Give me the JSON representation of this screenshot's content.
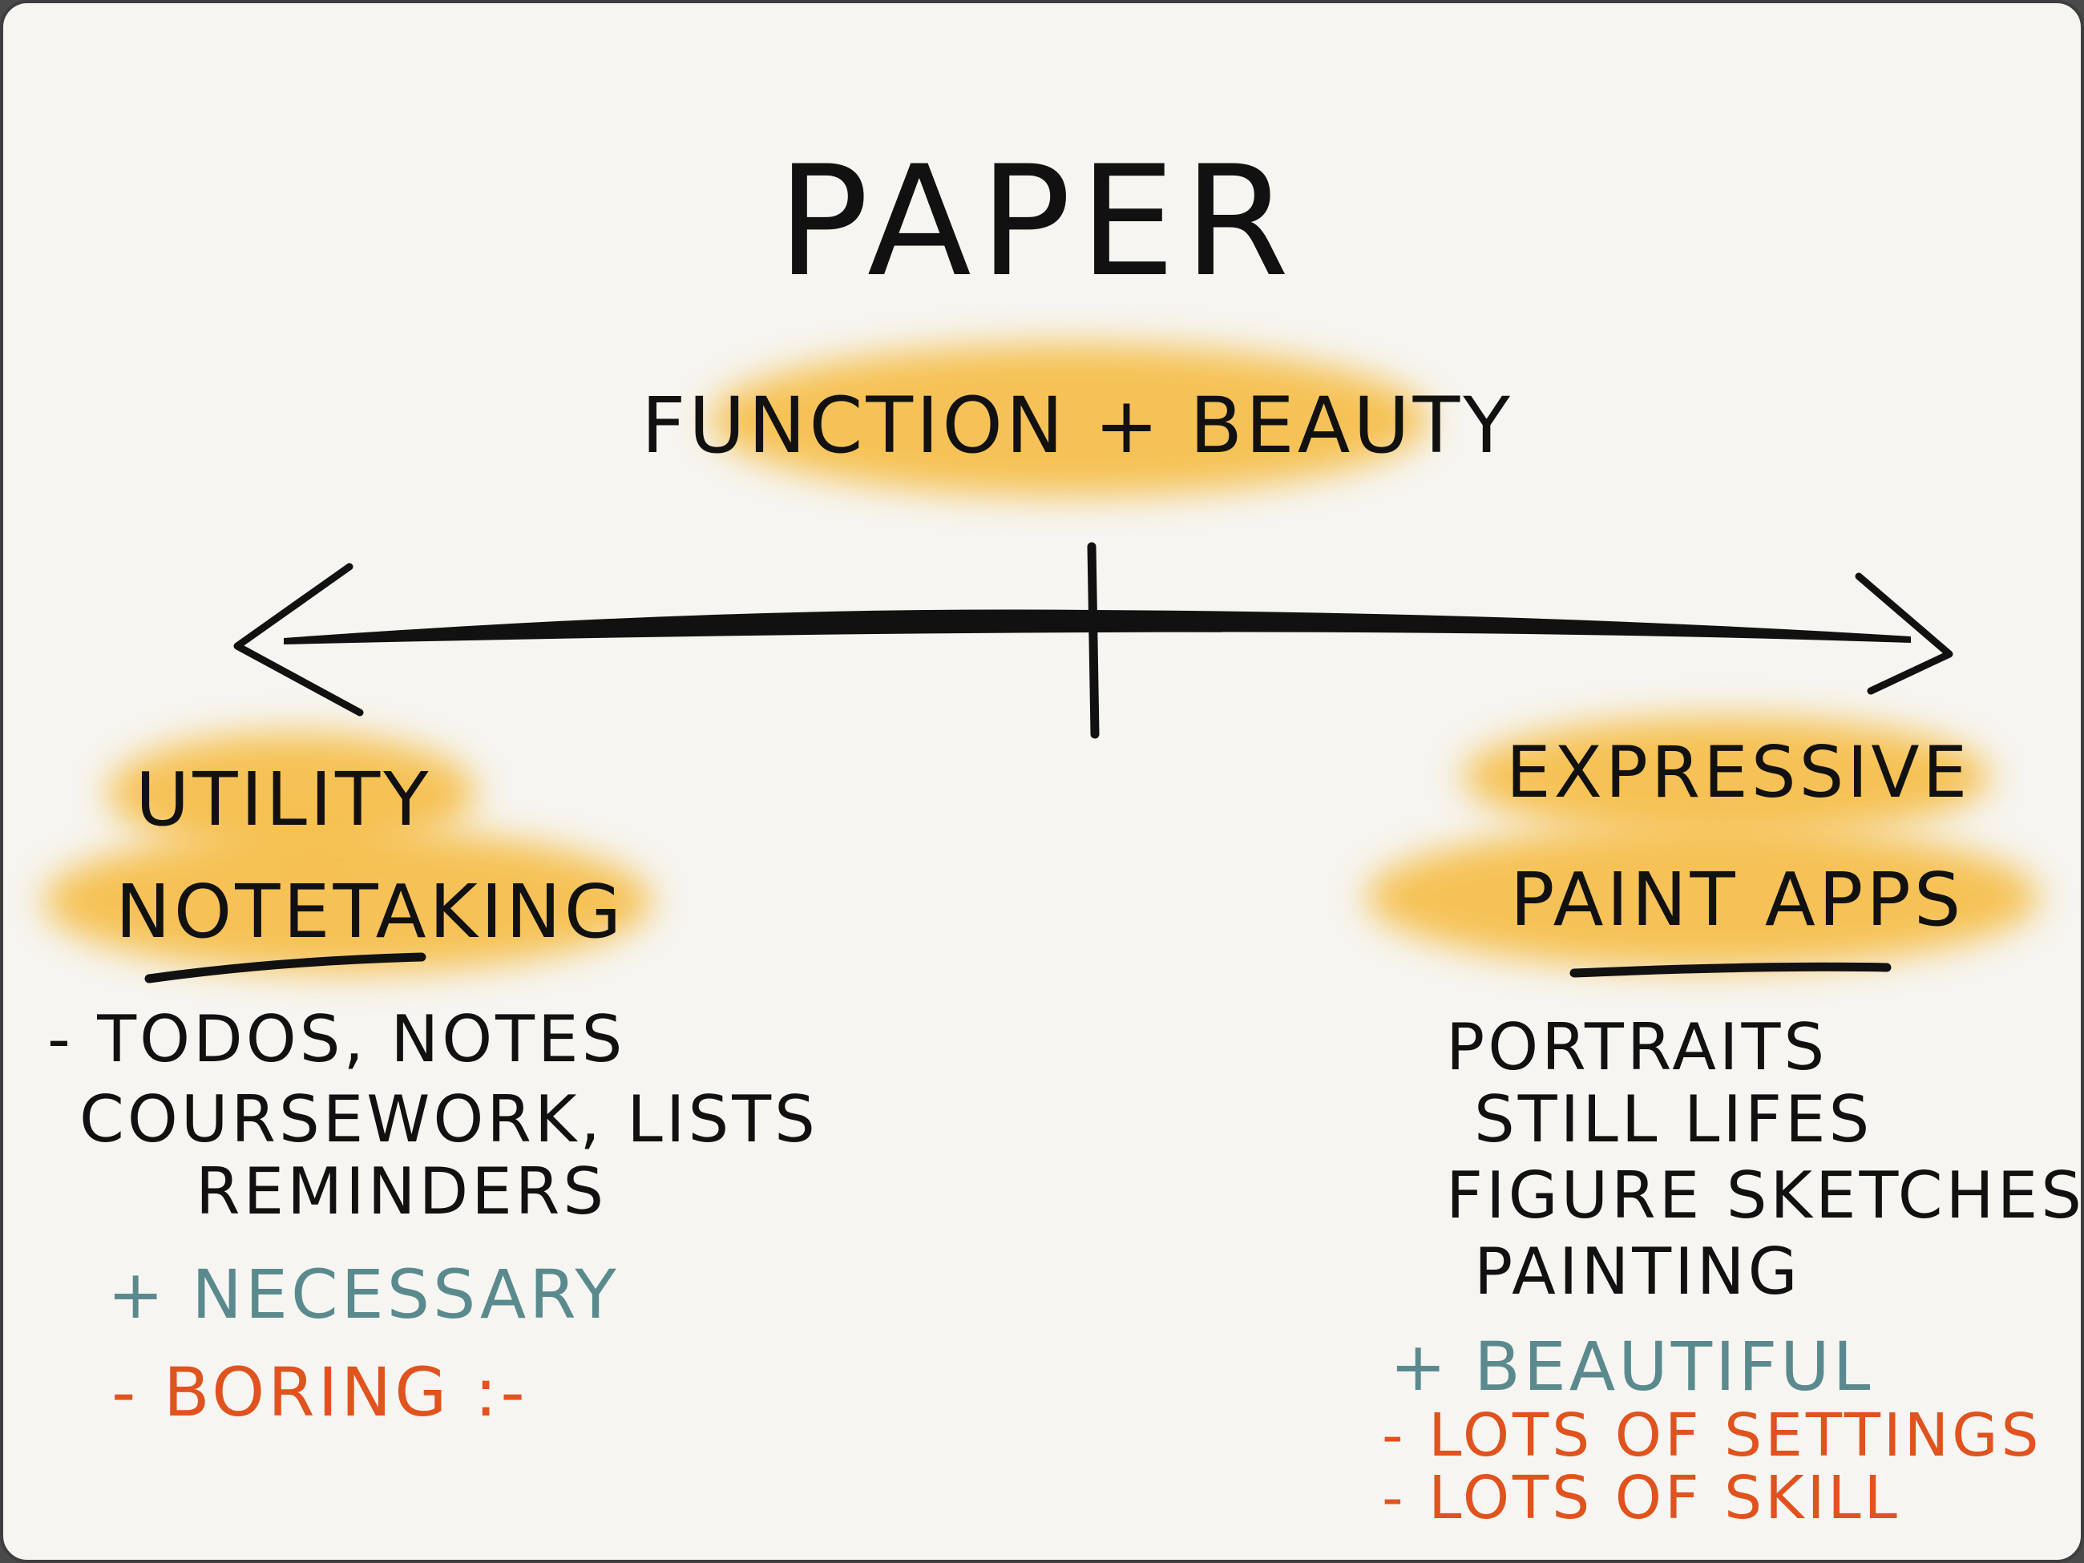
{
  "title": "Paper",
  "center": {
    "label": "Function + Beauty"
  },
  "left": {
    "heading": [
      "Utility",
      "Notetaking"
    ],
    "items": [
      "- Todos, Notes",
      "Coursework, Lists",
      "Reminders"
    ],
    "pro": "+ Necessary",
    "con": "- Boring :-"
  },
  "right": {
    "heading": [
      "Expressive",
      "Paint Apps"
    ],
    "items": [
      "Portraits",
      "Still Lifes",
      "Figure Sketches",
      "Painting"
    ],
    "pro": "+ Beautiful",
    "cons": [
      "- Lots of Settings",
      "- Lots of Skill"
    ]
  },
  "colors": {
    "ink": "#111111",
    "highlight": "#f6b93a",
    "pro": "#5b8a8e",
    "con": "#e0531e",
    "paper": "#f6f5f1"
  }
}
